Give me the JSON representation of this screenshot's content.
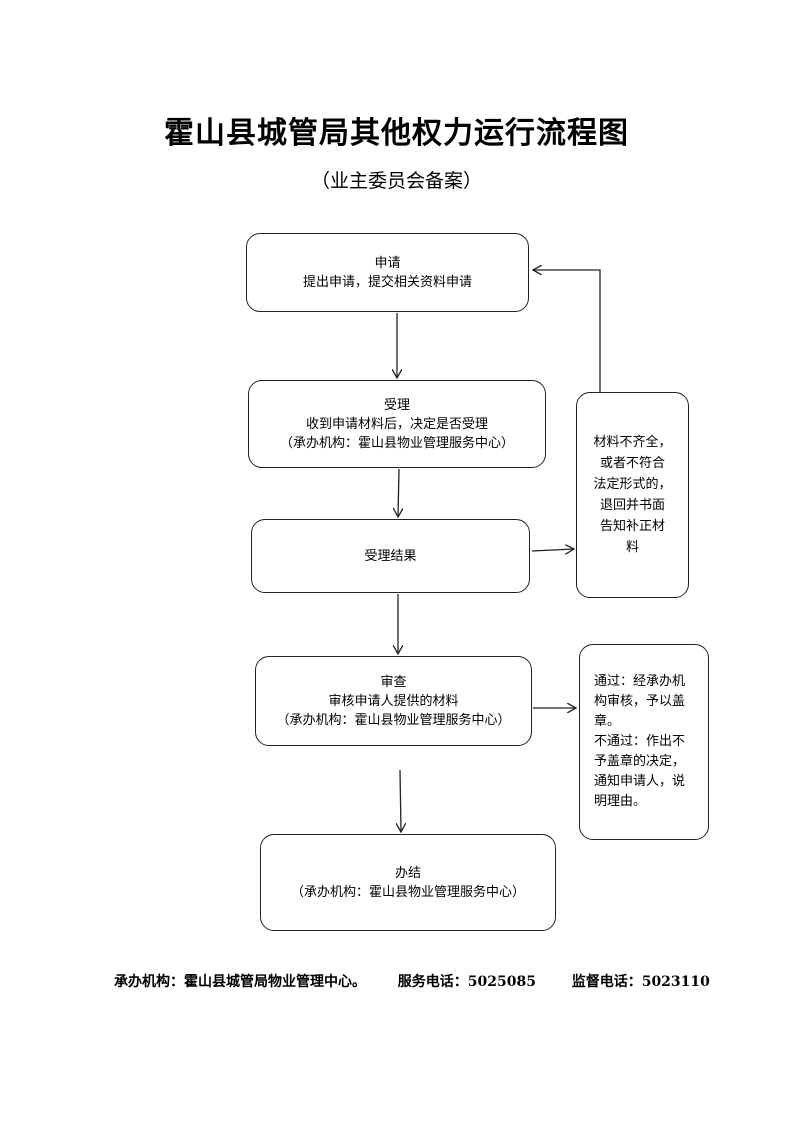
{
  "title": "霍山县城管局其他权力运行流程图",
  "subtitle": "（业主委员会备案）",
  "steps": {
    "apply": {
      "heading": "申请",
      "line1": "提出申请，提交相关资料申请"
    },
    "accept": {
      "heading": "受理",
      "line1": "收到申请材料后，决定是否受理",
      "line2": "（承办机构：霍山县物业管理服务中心）"
    },
    "accept_result": {
      "heading": "受理结果"
    },
    "review": {
      "heading": "审查",
      "line1": "审核申请人提供的材料",
      "line2": "（承办机构：霍山县物业管理服务中心）"
    },
    "finish": {
      "heading": "办结",
      "line1": "（承办机构：霍山县物业管理服务中心）"
    }
  },
  "notes": {
    "incomplete": [
      "材料不齐全，",
      "或者不符合",
      "法定形式的，",
      "退回并书面",
      "告知补正材",
      "料"
    ],
    "review_result": [
      "通过：经承办机",
      "构审核，予以盖",
      "章。",
      "不通过：作出不",
      "予盖章的决定，",
      "通知申请人，说",
      "明理由。"
    ]
  },
  "footer": {
    "agency": "承办机构：霍山县城管局物业管理中心。",
    "service_phone": "服务电话：5025085",
    "supervision_phone": "监督电话：5023110"
  }
}
